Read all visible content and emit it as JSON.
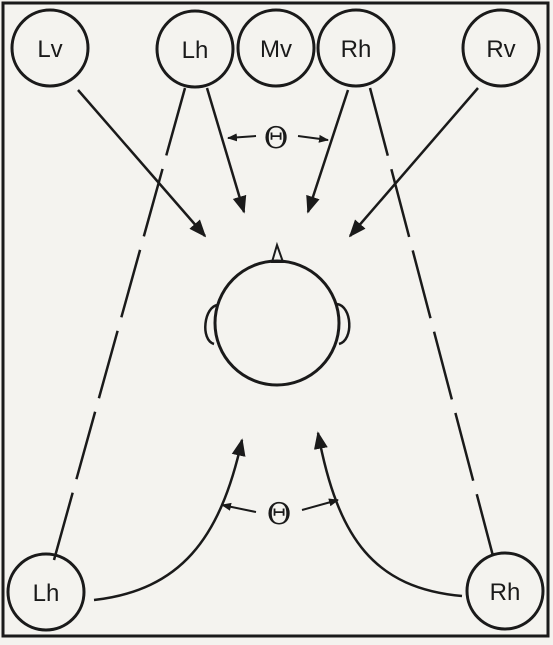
{
  "speakers": {
    "lv": "Lv",
    "lh_top": "Lh",
    "mv": "Mv",
    "rh_top": "Rh",
    "rv": "Rv",
    "lh_bottom": "Lh",
    "rh_bottom": "Rh"
  },
  "angles": {
    "top": "Θ",
    "bottom": "Θ"
  },
  "colors": {
    "ink": "#1a1a1a",
    "paper": "#f4f3ef"
  }
}
